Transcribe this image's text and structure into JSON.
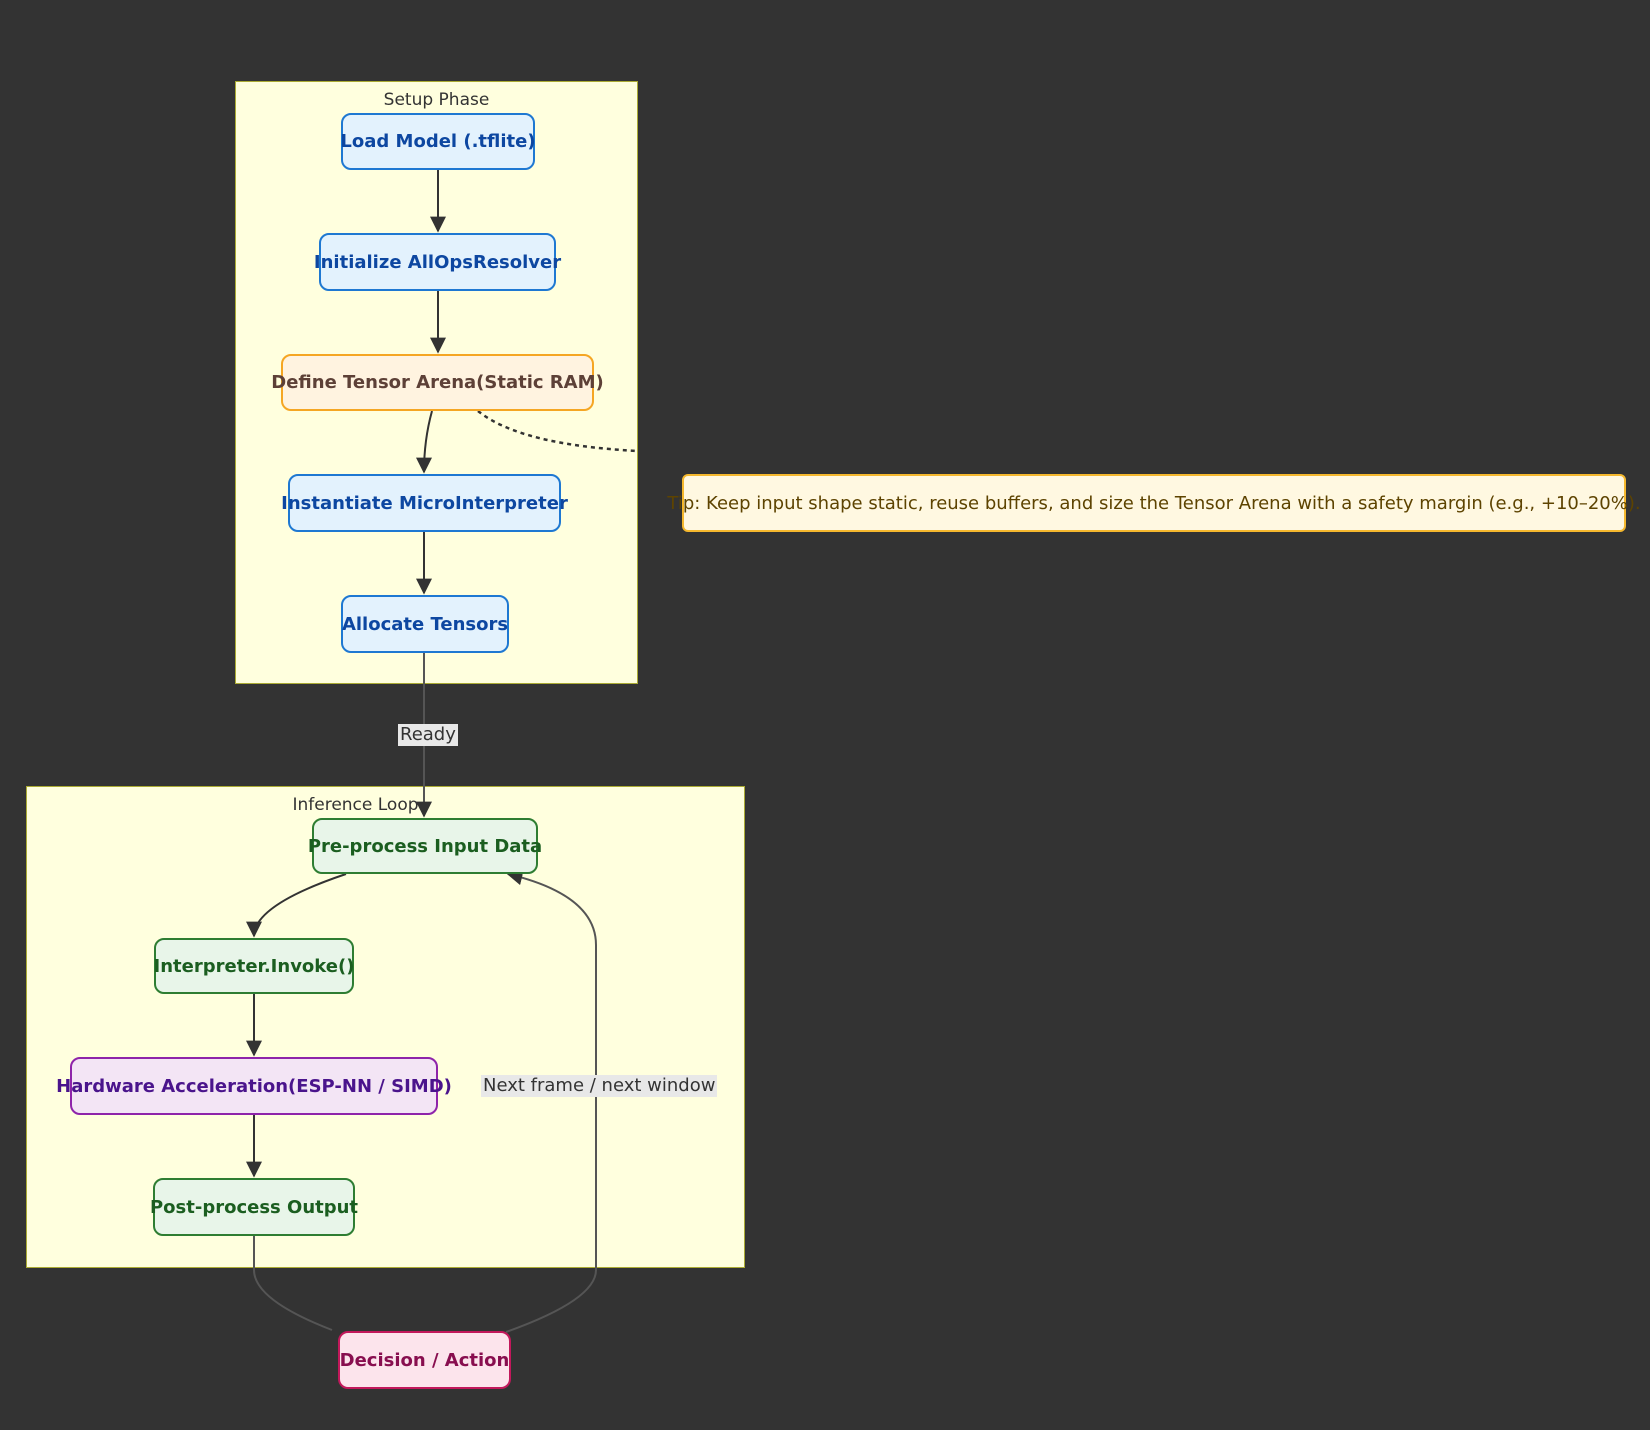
{
  "clusters": {
    "setup": "Setup Phase",
    "inference": "Inference Loop"
  },
  "nodes": {
    "load_model": "Load Model (.tflite)",
    "init_resolver": "Initialize AllOpsResolver",
    "define_arena": "Define Tensor Arena(Static RAM)",
    "instantiate_interpreter": "Instantiate MicroInterpreter",
    "allocate_tensors": "Allocate Tensors",
    "preprocess": "Pre-process Input Data",
    "invoke": "Interpreter.Invoke()",
    "hw_accel": "Hardware Acceleration(ESP-NN / SIMD)",
    "postprocess": "Post-process Output",
    "decision": "Decision / Action"
  },
  "note": "Tip: Keep input shape static, reuse buffers, and size the Tensor Arena with a safety margin (e.g., +10–20%).",
  "edge_labels": {
    "ready": "Ready",
    "next_frame": "Next frame / next window"
  },
  "colors": {
    "background": "#333333",
    "cluster_fill": "#ffffde",
    "edge": "#333333"
  }
}
